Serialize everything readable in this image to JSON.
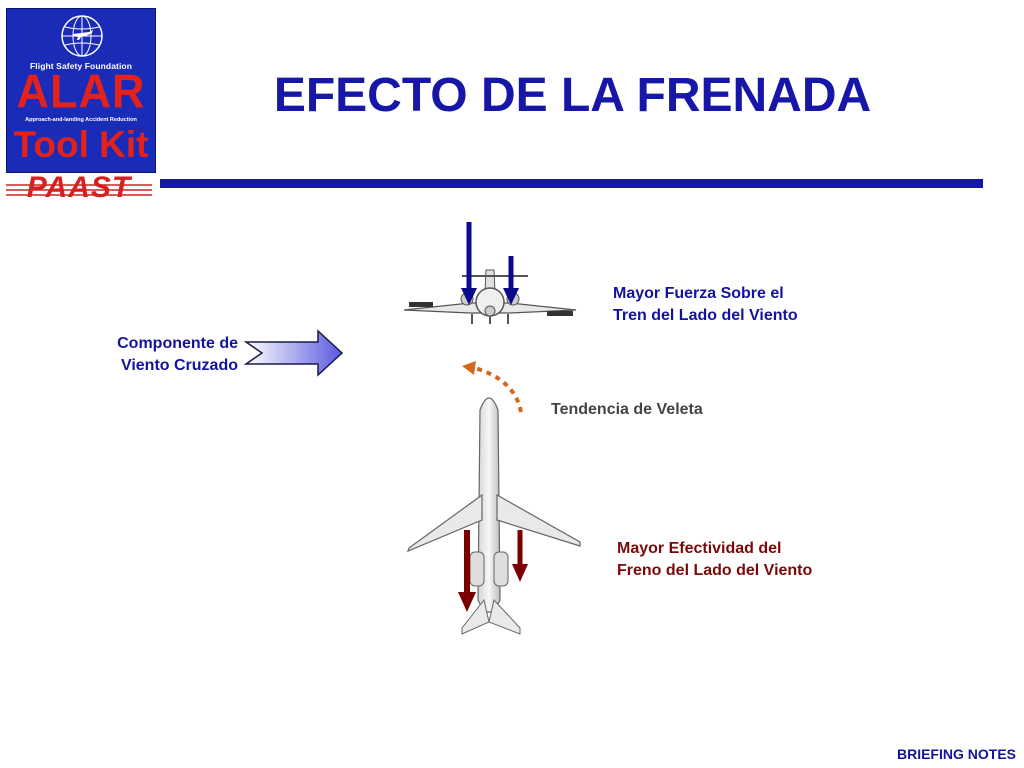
{
  "logo": {
    "org": "Flight Safety Foundation",
    "name": "ALAR",
    "tagline": "Approach-and-landing Accident Reduction",
    "kit": "Tool Kit",
    "program": "PAAST"
  },
  "title": "EFECTO DE LA FRENADA",
  "labels": {
    "crosswind_line1": "Componente de",
    "crosswind_line2": "Viento Cruzado",
    "gear_force_line1": "Mayor Fuerza Sobre el",
    "gear_force_line2": "Tren del Lado del Viento",
    "weathervane": "Tendencia de Veleta",
    "brake_line1": "Mayor Efectividad del",
    "brake_line2": "Freno del Lado del Viento"
  },
  "footer": "BRIEFING NOTES",
  "colors": {
    "title_blue": "#1616a8",
    "logo_blue": "#1a2bb8",
    "logo_red": "#e4221b",
    "force_arrow": "#0a0a8c",
    "brake_arrow": "#7a0000",
    "weathervane_arrow": "#d2691e"
  },
  "icons": [
    "globe-icon",
    "crosswind-arrow-icon",
    "aircraft-front-icon",
    "aircraft-top-icon",
    "weathervane-arrow-icon"
  ]
}
